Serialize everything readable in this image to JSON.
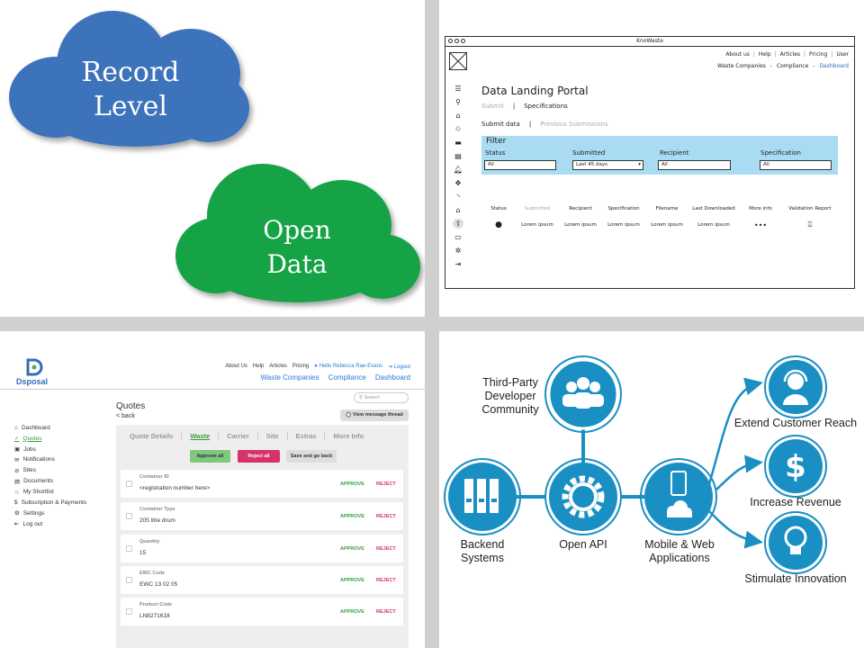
{
  "clouds": {
    "record": [
      "Record",
      "Level"
    ],
    "open": [
      "Open",
      "Data"
    ],
    "colors": {
      "record": "#3d73bb",
      "open": "#12a344"
    }
  },
  "wireframe": {
    "window_title": "KnoWaste",
    "top_nav": [
      "About us",
      "Help",
      "Articles",
      "Pricing",
      "User"
    ],
    "sub_nav": [
      "Waste Companies",
      "Compliance",
      "Dashboard"
    ],
    "sidebar_icons": [
      "menu-icon",
      "search-icon",
      "home-icon",
      "recycle-icon",
      "folder-icon",
      "document-icon",
      "bell-icon",
      "move-icon",
      "rss-icon",
      "box-icon",
      "upload-icon",
      "card-icon",
      "gear-icon",
      "logout-icon"
    ],
    "page_title": "Data Landing Portal",
    "tabs": [
      "Submit",
      "Specifications"
    ],
    "subtabs": [
      "Submit data",
      "Previous Submissions"
    ],
    "filter": {
      "title": "Filter",
      "fields": [
        {
          "label": "Status",
          "value": "All"
        },
        {
          "label": "Submitted",
          "value": "Last 45 days"
        },
        {
          "label": "Recipient",
          "value": "All"
        },
        {
          "label": "Specification",
          "value": "All"
        }
      ]
    },
    "table": {
      "headers": [
        "Status",
        "Submitted",
        "Recipient",
        "Specification",
        "Filename",
        "Last Downloaded",
        "More info",
        "Validation Report"
      ],
      "row": [
        "",
        "Lorem ipsum",
        "Lorem ipsum",
        "Lorem ipsum",
        "Lorem ipsum",
        "Lorem ipsum",
        "•••",
        ""
      ]
    }
  },
  "dsposal": {
    "brand": "Dsposal",
    "top_nav": [
      "About Us",
      "Help",
      "Articles",
      "Pricing",
      "Hello Rebecca Rae-Evans",
      "Logout"
    ],
    "sub_nav": [
      "Waste Companies",
      "Compliance",
      "Dashboard"
    ],
    "sidebar": [
      {
        "label": "Dashboard",
        "icon": "home-icon"
      },
      {
        "label": "Quotes",
        "icon": "check-icon",
        "active": true
      },
      {
        "label": "Jobs",
        "icon": "briefcase-icon"
      },
      {
        "label": "Notifications",
        "icon": "mail-icon"
      },
      {
        "label": "Sites",
        "icon": "location-icon"
      },
      {
        "label": "Documents",
        "icon": "document-icon"
      },
      {
        "label": "My Shortlist",
        "icon": "star-icon"
      },
      {
        "label": "Subscription & Payments",
        "icon": "dollar-icon"
      },
      {
        "label": "Settings",
        "icon": "gear-icon"
      },
      {
        "label": "Log out",
        "icon": "logout-icon"
      }
    ],
    "title": "Quotes",
    "back": "< back",
    "search_placeholder": "Search",
    "thread_button": "View message thread",
    "tabs": [
      "Quote Details",
      "Waste",
      "Carrier",
      "Site",
      "Extras",
      "More Info"
    ],
    "active_tab": "Waste",
    "buttons": {
      "approve_all": "Approve all",
      "reject_all": "Reject all",
      "save": "Save and go back"
    },
    "cards": [
      {
        "label": "Container ID",
        "value": "<registration number here>"
      },
      {
        "label": "Container Type",
        "value": "205 litre drum"
      },
      {
        "label": "Quantity",
        "value": "15"
      },
      {
        "label": "EWC Code",
        "value": "EWC 13 02 05"
      },
      {
        "label": "Product Code",
        "value": "LN8271618"
      }
    ],
    "approve": "APPROVE",
    "reject": "REJECT"
  },
  "api_diagram": {
    "nodes": {
      "community": "Third-Party Developer Community",
      "backend": "Backend Systems",
      "api": "Open API",
      "mobile": "Mobile & Web Applications",
      "reach": "Extend Customer Reach",
      "revenue": "Increase Revenue",
      "innovation": "Stimulate Innovation"
    },
    "color": "#1a8fc4"
  }
}
